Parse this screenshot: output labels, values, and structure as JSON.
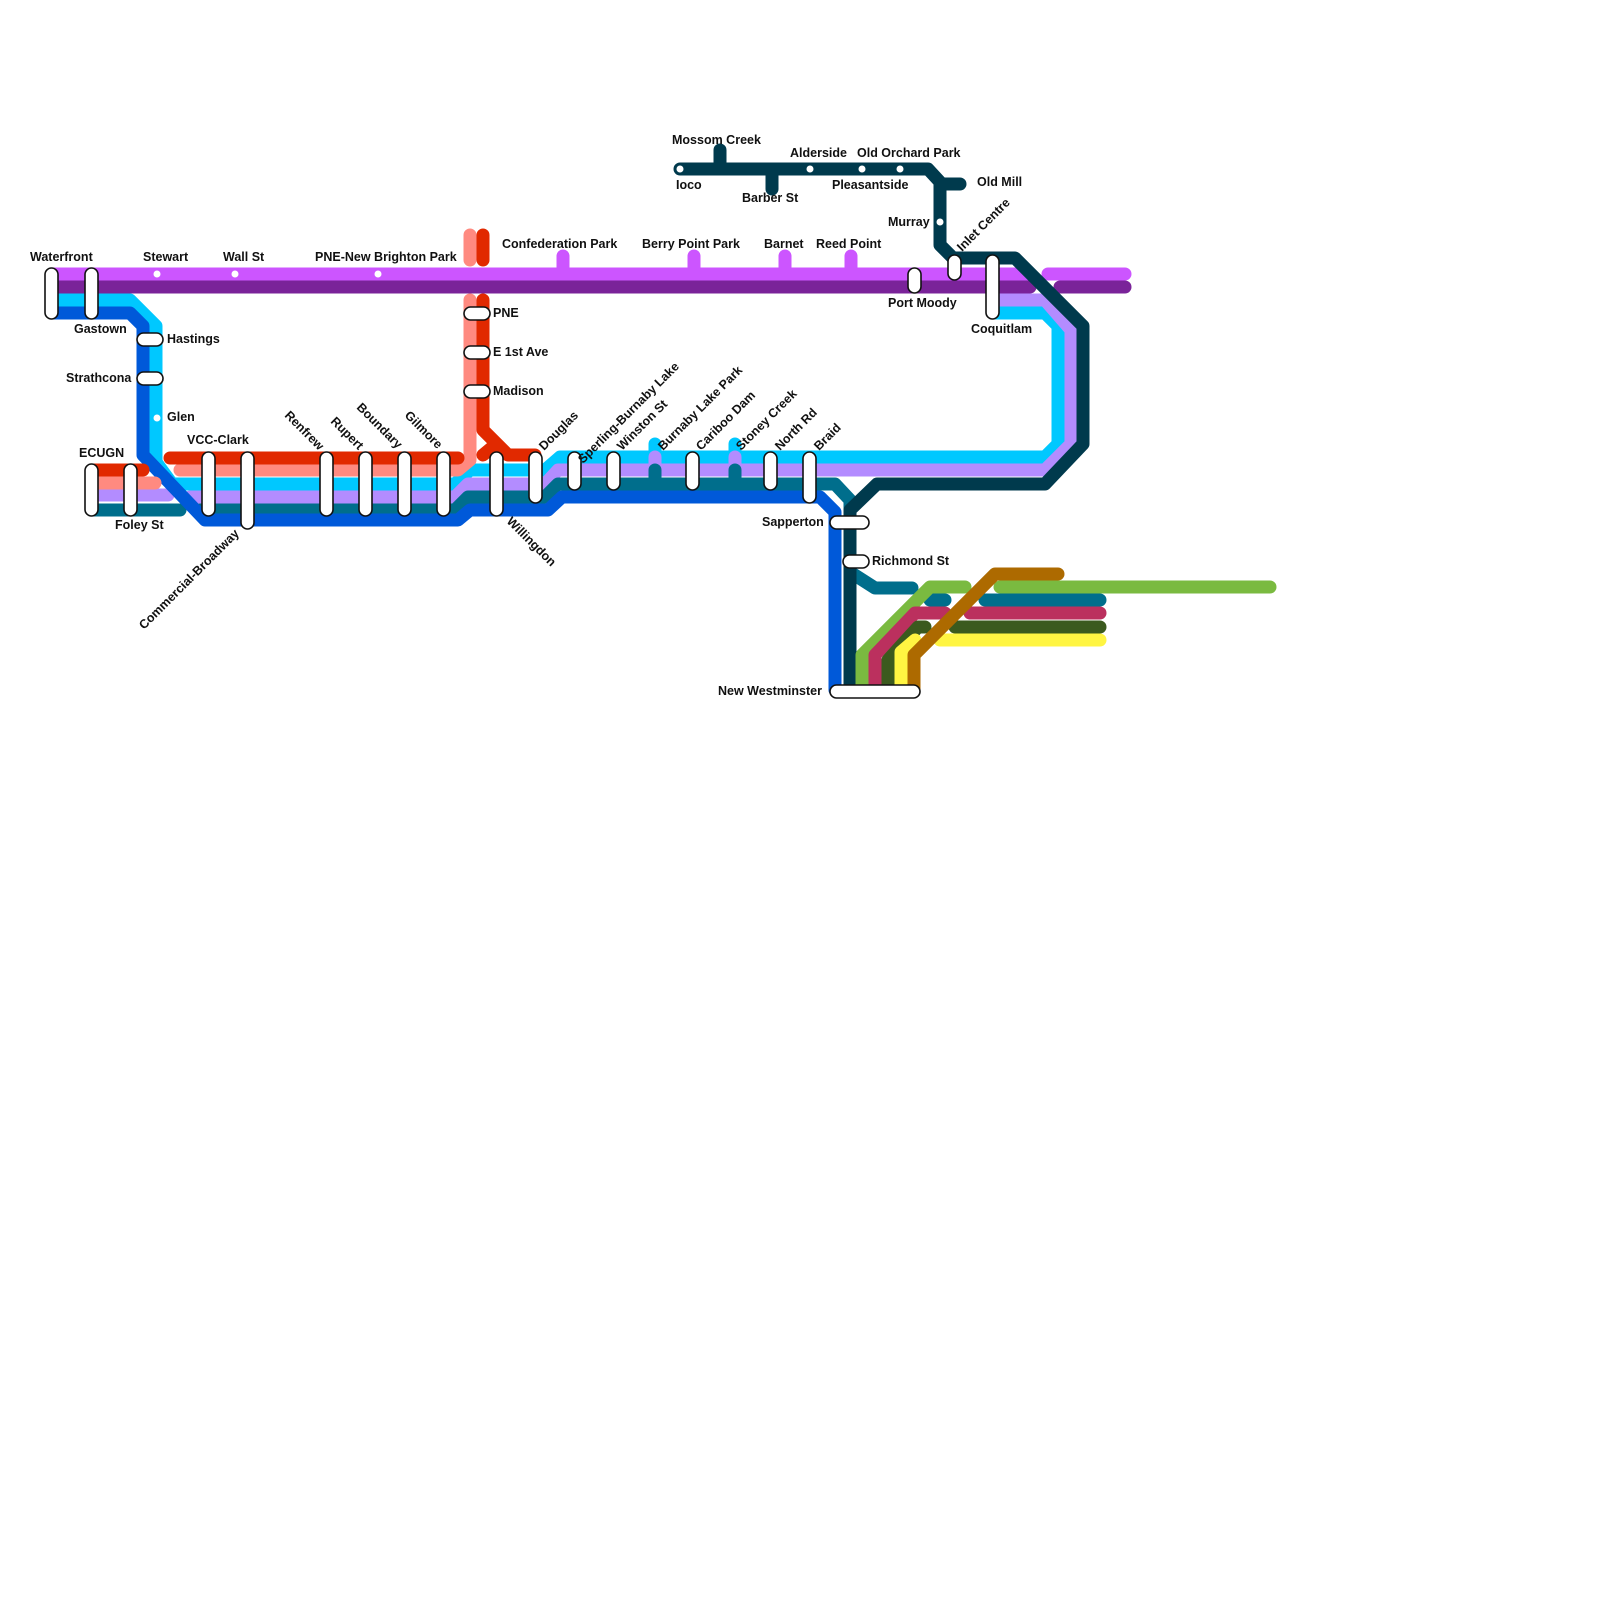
{
  "colors": {
    "light_purple": "#cc55ff",
    "dark_purple": "#7a2399",
    "cyan": "#00c8ff",
    "blue": "#0059d9",
    "red": "#e12900",
    "salmon": "#ff8a80",
    "lavender": "#b38cff",
    "teal": "#006e8c",
    "navy": "#003a4d",
    "green": "#7aba40",
    "crimson": "#bb305e",
    "dark_green": "#3b5a1e",
    "yellow": "#fff542",
    "brown": "#ad6a00"
  },
  "stations": {
    "waterfront": "Waterfront",
    "gastown": "Gastown",
    "stewart": "Stewart",
    "wall_st": "Wall St",
    "pne_nbp": "PNE-New Brighton Park",
    "confederation": "Confederation Park",
    "berry_point": "Berry Point Park",
    "barnet": "Barnet",
    "reed_point": "Reed Point",
    "port_moody": "Port Moody",
    "inlet_centre": "Inlet Centre",
    "coquitlam": "Coquitlam",
    "hastings": "Hastings",
    "strathcona": "Strathcona",
    "glen": "Glen",
    "ecugn": "ECUGN",
    "foley": "Foley St",
    "vcc_clark": "VCC-Clark",
    "commercial": "Commercial-Broadway",
    "renfrew": "Renfrew",
    "rupert": "Rupert",
    "boundary": "Boundary",
    "gilmore": "Gilmore",
    "pne": "PNE",
    "e1st": "E 1st Ave",
    "madison": "Madison",
    "willingdon": "Willingdon",
    "douglas": "Douglas",
    "sperling": "Sperling-Burnaby Lake",
    "winston": "Winston St",
    "burnaby_lake_park": "Burnaby Lake Park",
    "cariboo": "Cariboo Dam",
    "stoney": "Stoney Creek",
    "north_rd": "North Rd",
    "braid": "Braid",
    "sapperton": "Sapperton",
    "richmond": "Richmond St",
    "new_west": "New Westminster",
    "ioco": "Ioco",
    "mossom": "Mossom Creek",
    "barber": "Barber St",
    "alderside": "Alderside",
    "pleasantside": "Pleasantside",
    "old_orchard": "Old Orchard Park",
    "old_mill": "Old Mill",
    "murray": "Murray"
  }
}
